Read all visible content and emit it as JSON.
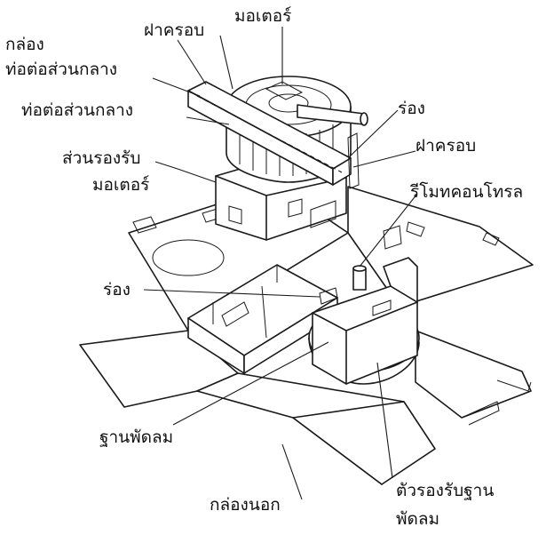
{
  "labels": {
    "box_top": "กล่อง",
    "middle_duct_1": "ท่อต่อส่วนกลาง",
    "cover_top": "ฝาครอบ",
    "motor_top": "มอเตอร์",
    "middle_duct_2": "ท่อต่อส่วนกลาง",
    "slot_right": "ร่อง",
    "cover_right": "ฝาครอบ",
    "motor_support_1": "ส่วนรองรับ",
    "motor_support_2": "มอเตอร์",
    "remote_control": "รีโมทคอนโทรล",
    "slot_left": "ร่อง",
    "fan_base": "ฐานพัดลม",
    "outer_box": "กล่องนอก",
    "base_support_1": "ตัวรองรับฐาน",
    "base_support_2": "พัดลม"
  },
  "colors": {
    "line": "#1a1a1a",
    "background": "#ffffff"
  }
}
